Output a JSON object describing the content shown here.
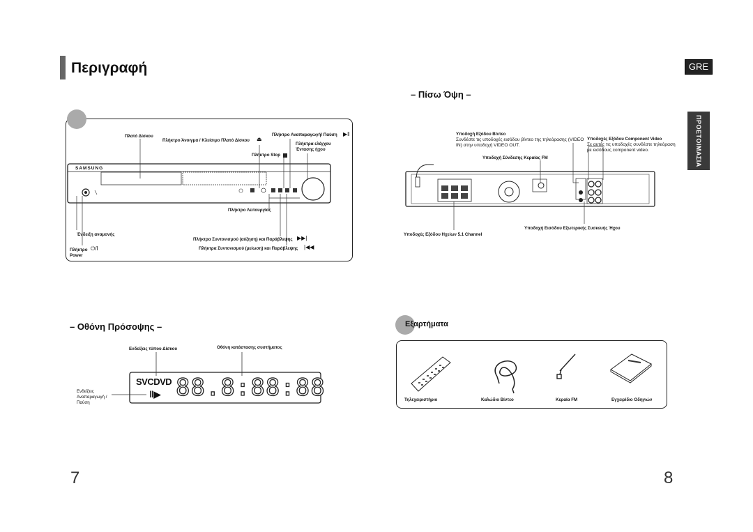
{
  "header": {
    "title": "Περιγραφή",
    "lang_badge": "GRE",
    "side_tab": "ΠΡΟΕΤΟΙΜΑΣΙΑ"
  },
  "front_panel": {
    "brand": "SAMSUNG",
    "labels": {
      "disc_tray": "Πλατό Δίσκου",
      "open_close": "Πλήκτρο Άνοιγμα  / Κλείσιμο Πλατό Δίσκου",
      "play_pause": "Πλήκτρο Αναπαραγωγή/ Παύση",
      "volume_1": "Πλήκτρα ελέγχου",
      "volume_2": "Έντασης ήχου",
      "stop": "Πλήκτρο Stop",
      "function": "Πλήκτρο Λειτουργίας",
      "standby": "Ένδειξη αναμονής",
      "tuning_up": "Πλήκτρα Συντονισμού (αύξηση) και Παράβλεψης",
      "tuning_down": "Πλήκτρα Συντονισμού (μείωση) και Παράβλεψης",
      "power_1": "Πλήκτρο",
      "power_2": "Power"
    }
  },
  "rear_view": {
    "title": "– Πίσω Όψη –",
    "labels": {
      "video_out_title": "Υποδοχή Εξόδου Βίντεο",
      "video_out_desc_1": "Συνδέστε τις υποδοχές εισόδου βίντεο της τηλεόρασης (VIDEO",
      "video_out_desc_2": "IN) στην υποδοχή VIDEO OUT.",
      "component_title": "Υποδοχές Εξόδου Component Video",
      "component_desc_1": "Σε αυτές τις υποδοχές συνδέστε τηλεόραση",
      "component_desc_2": "με εισόδους  component video.",
      "fm": "Υποδοχή Σύνδεσης Κεραίας FM",
      "speakers": "Υποδοχές Εξόδου Ηχείων 5.1 Channel",
      "aux": "Υποδοχή Εισόδου Εξωτερικής Συσκευής Ήχου"
    }
  },
  "display": {
    "title": "– Οθόνη Πρόσοψης –",
    "labels": {
      "disc_type": "Ενδείξεις τύπου Δίσκου",
      "status": "Οθόνη κατάστασης συστήματος",
      "playpause_1": "Ενδείξεις",
      "playpause_2": "Αναπαραγωγή /",
      "playpause_3": "Παύση"
    },
    "disc_text": "SVCDVD",
    "segments": "88.8:88:88"
  },
  "accessories": {
    "title": "Εξαρτήματα",
    "items": [
      {
        "label": "Τηλεχειριστήριο"
      },
      {
        "label": "Καλώδιο Βίντεο"
      },
      {
        "label": "Κεραία FM"
      },
      {
        "label": "Εγχειρίδιο Οδηγιών"
      }
    ]
  },
  "page_numbers": {
    "left": "7",
    "right": "8"
  }
}
